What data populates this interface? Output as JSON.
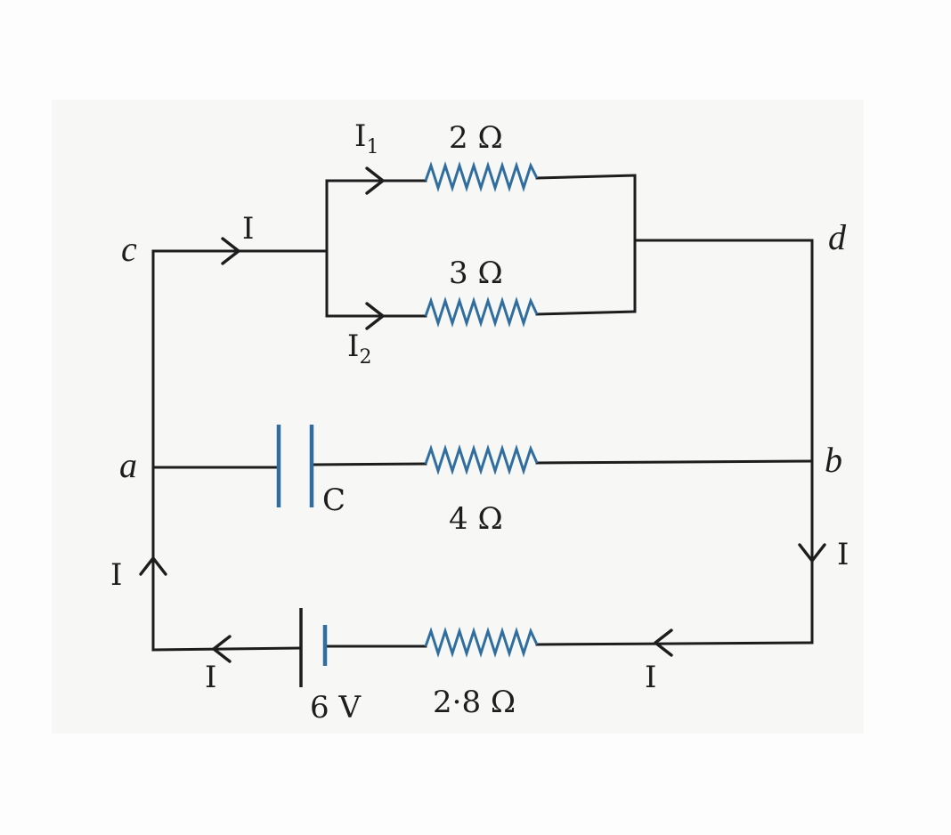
{
  "nodes": {
    "c": "c",
    "d": "d",
    "a": "a",
    "b": "b"
  },
  "components": {
    "r1": {
      "value": "2 Ω",
      "current": "I",
      "current_sub": "1"
    },
    "r2": {
      "value": "3 Ω",
      "current": "I",
      "current_sub": "2"
    },
    "r3": {
      "value": "4 Ω"
    },
    "r4": {
      "value": "2·8 Ω"
    },
    "capacitor": {
      "label": "C"
    },
    "battery": {
      "label": "6 V"
    }
  },
  "currents": {
    "top_left": "I",
    "right_down": "I",
    "left_up": "I",
    "bottom_left": "I",
    "bottom_right": "I"
  },
  "colors": {
    "wire": "#1d1d1d",
    "component": "#2f6e9e"
  }
}
